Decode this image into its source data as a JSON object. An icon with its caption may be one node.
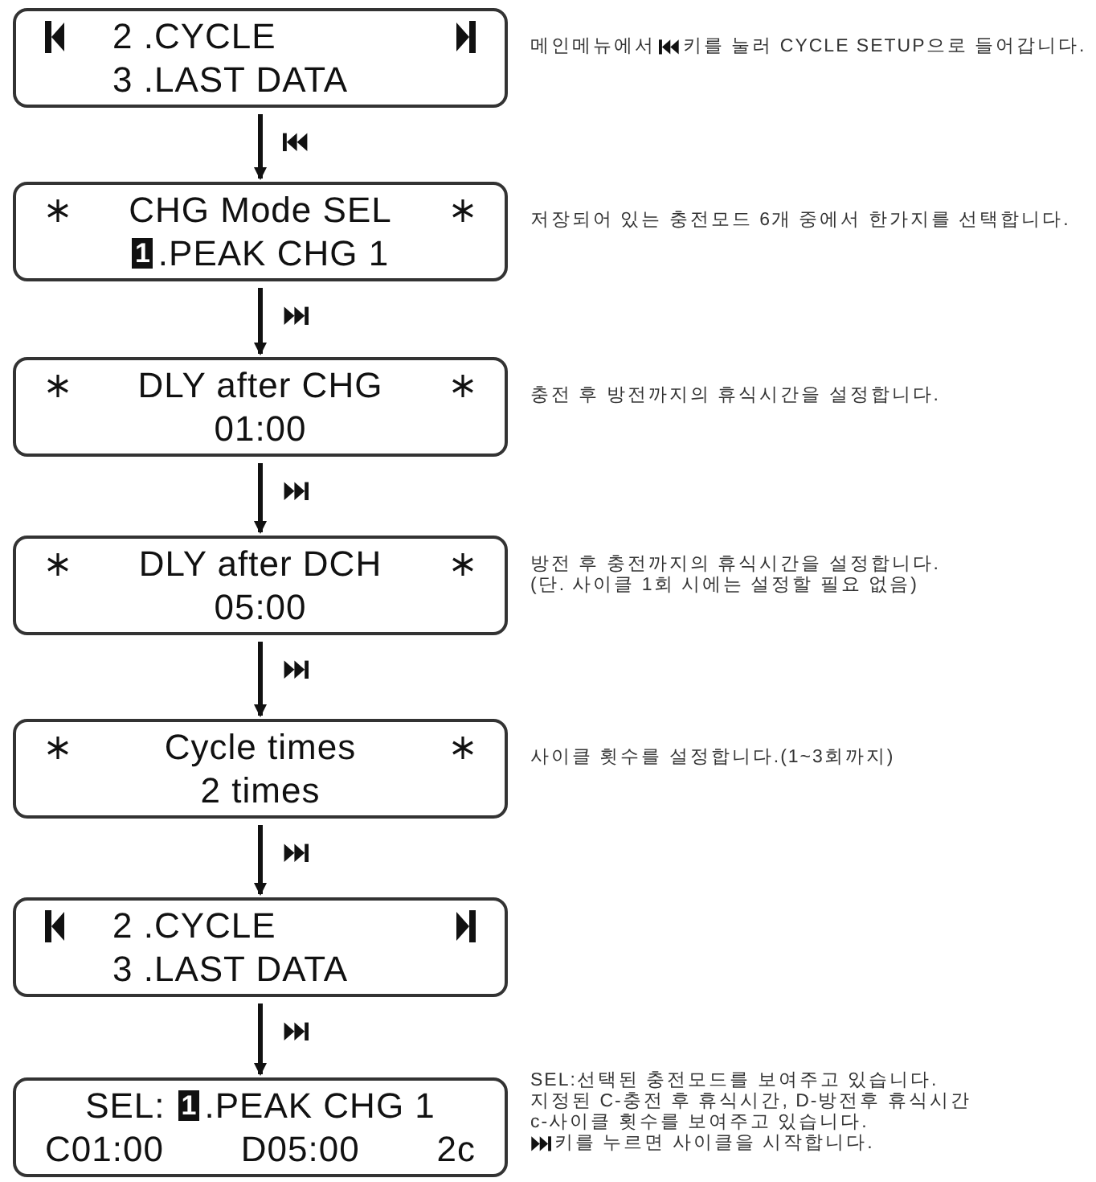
{
  "diagram": {
    "nodes": [
      {
        "text": [
          "2 .CYCLE",
          "3 .LAST DATA"
        ],
        "beside": [
          "메인메뉴에서",
          "키를 눌러 CYCLE SETUP으로 들어갑니다."
        ]
      },
      {
        "text": [
          "CHG Mode SEL",
          "1",
          ".PEAK CHG 1"
        ],
        "beside": [
          "저장되어 있는 충전모드 6개 중에서 한가지를 선택합니다."
        ]
      },
      {
        "text": [
          "DLY after CHG",
          "01:00"
        ],
        "beside": [
          "충전 후 방전까지의 휴식시간을 설정합니다."
        ]
      },
      {
        "text": [
          "DLY after DCH",
          "05:00"
        ],
        "beside": [
          "방전 후 충전까지의 휴식시간을 설정합니다.",
          "(단. 사이클 1회 시에는 설정할 필요 없음)"
        ]
      },
      {
        "text": [
          "Cycle times",
          "2 times"
        ],
        "beside": [
          "사이클 횟수를 설정합니다.(1~3회까지)"
        ]
      },
      {
        "text": [
          "2 .CYCLE",
          "3 .LAST DATA"
        ]
      },
      {
        "text": [
          "SEL:",
          "1",
          ".PEAK CHG 1",
          "C01:00",
          "D05:00",
          "2c"
        ],
        "beside": [
          "SEL:선택된 충전모드를 보여주고 있습니다.",
          "지정된 C-충전 후 휴식시간, D-방전후 휴식시간",
          "c-사이클 횟수를 보여주고 있습니다.",
          "키를 누르면 사이클을 시작합니다."
        ]
      }
    ],
    "edges": [
      {
        "from": 0,
        "to": 1,
        "arrow": "to"
      },
      {
        "from": 1,
        "to": 2,
        "arrow": "to"
      },
      {
        "from": 2,
        "to": 3,
        "arrow": "to"
      },
      {
        "from": 3,
        "to": 4,
        "arrow": "to"
      },
      {
        "from": 4,
        "to": 5,
        "arrow": "to"
      },
      {
        "from": 5,
        "to": 6,
        "arrow": "to"
      }
    ]
  }
}
